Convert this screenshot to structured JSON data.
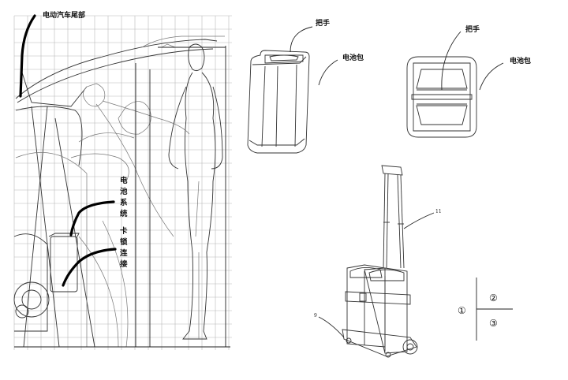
{
  "left_panel": {
    "title": "电动汽车尾部",
    "battery_system_chars": [
      "电",
      "池",
      "系",
      "统"
    ],
    "lock_connection_chars": [
      "卡",
      "锁",
      "连",
      "接"
    ]
  },
  "battery_pack_side": {
    "handle_label": "把手",
    "pack_label": "电池包"
  },
  "battery_pack_top": {
    "handle_label": "把手",
    "pack_label": "电池包"
  },
  "trolley": {
    "handle_ref": "11",
    "wheel_ref": "9"
  },
  "view_index": {
    "view_1": "①",
    "view_2": "②",
    "view_3": "③"
  }
}
